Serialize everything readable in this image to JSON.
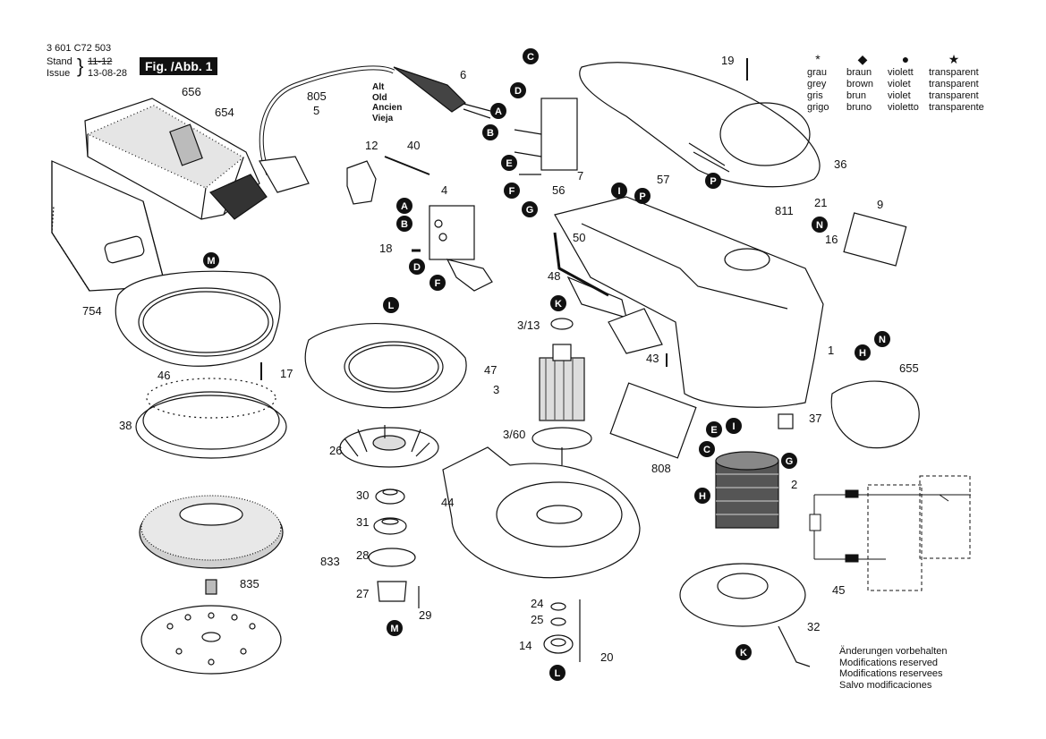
{
  "header": {
    "doc_number": "3 601 C72 503",
    "stand_label": "Stand",
    "issue_label": "Issue",
    "stand_value_struck": "11-12",
    "issue_value": "13-08-28",
    "fig_label": "Fig. /Abb. 1"
  },
  "old_label": [
    "Alt",
    "Old",
    "Ancien",
    "Vieja"
  ],
  "color_legend": [
    {
      "symbol": "*",
      "values": [
        "grau",
        "grey",
        "gris",
        "grigo"
      ]
    },
    {
      "symbol": "◆",
      "values": [
        "braun",
        "brown",
        "brun",
        "bruno"
      ]
    },
    {
      "symbol": "●",
      "values": [
        "violett",
        "violet",
        "violet",
        "violetto"
      ]
    },
    {
      "symbol": "★",
      "values": [
        "transparent",
        "transparent",
        "transparent",
        "transparente"
      ]
    }
  ],
  "notes": [
    "Änderungen vorbehalten",
    "Modifications reserved",
    "Modifications reservees",
    "Salvo modificaciones"
  ],
  "part_numbers": [
    "656",
    "654",
    "805",
    "5",
    "6",
    "12",
    "40",
    "4",
    "18",
    "754",
    "46",
    "17",
    "38",
    "833",
    "835",
    "26",
    "30",
    "31",
    "28",
    "27",
    "29",
    "47",
    "3/13",
    "3",
    "3/60",
    "44",
    "24",
    "25",
    "14",
    "20",
    "48",
    "50",
    "43",
    "808",
    "56",
    "7",
    "57",
    "19",
    "36",
    "21",
    "16",
    "811",
    "9",
    "1",
    "655",
    "37",
    "2",
    "45",
    "32"
  ],
  "callout_letters": [
    "A",
    "B",
    "C",
    "D",
    "E",
    "F",
    "G",
    "H",
    "I",
    "K",
    "L",
    "M",
    "N",
    "P"
  ],
  "colors": {
    "ink": "#111111",
    "paper": "#ffffff",
    "gray": "#d9d9d9",
    "dark": "#8a8a8a"
  }
}
